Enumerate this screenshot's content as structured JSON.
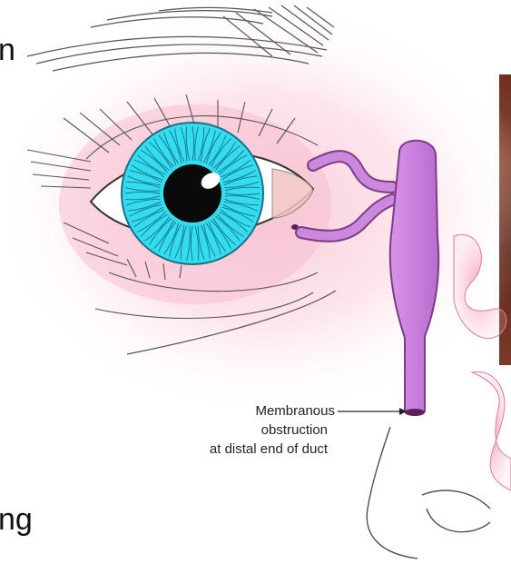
{
  "slide": {
    "fragment_top": "n",
    "fragment_bottom": "ng"
  },
  "diagram": {
    "label_lines": [
      "Membranous",
      "obstruction",
      "at distal end of duct"
    ]
  },
  "colors": {
    "iris": "#33ddee",
    "iris_lines": "#1b6f8a",
    "duct": "#cc88dd",
    "duct_outline": "#7a3d86",
    "skin_glow": "#f6c6d3",
    "nose_pink": "#f29ab5"
  }
}
